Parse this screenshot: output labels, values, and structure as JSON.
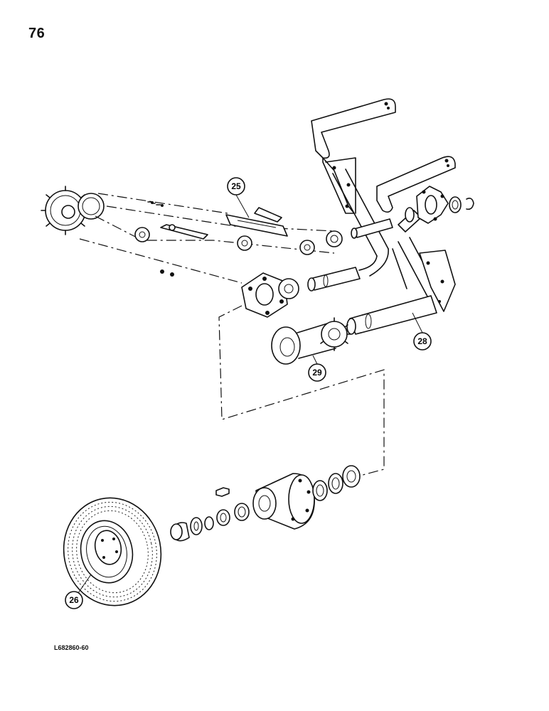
{
  "page": {
    "number": "76",
    "figure_code": "L682860-60"
  },
  "callouts": [
    {
      "id": "25",
      "label": "25"
    },
    {
      "id": "28",
      "label": "28"
    },
    {
      "id": "29",
      "label": "29"
    },
    {
      "id": "26",
      "label": "26"
    }
  ]
}
